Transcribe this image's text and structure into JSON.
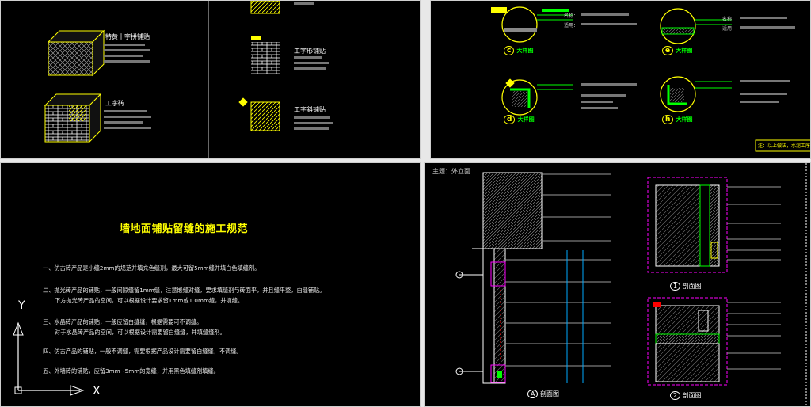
{
  "panel_tl": {
    "label_1": "特黄十字拼铺贴",
    "label_2": "工字砖",
    "label_3": "工字形铺贴",
    "label_4": "工字斜铺贴"
  },
  "panel_tr": {
    "markers": [
      "c",
      "e",
      "d",
      "h"
    ],
    "marker_caption": "大样图",
    "note_label": "名称：",
    "note_label_2": "适用：",
    "footer": "注：以上做法，水泥工序"
  },
  "panel_bl": {
    "title": "墙地面铺贴留缝的施工规范",
    "items": [
      "一、仿古砖产品是小缝2mm的规范并填充色缝剂，最大可留5mm缝并填白色填缝剂。",
      "二、抛光砖产品的铺贴，一般间隙缝留1mm缝，注意嵌缝对缝，要求填缝剂与砖面平，并且缝平整，白缝铺贴。",
      "下方抛光砖产品的空间，可以根据设计要求留1mm或1.0mm缝，并填缝。",
      "三、水晶砖产品的铺贴，一般应留白缝缝，根据需要可不调缝。",
      "对于水晶砖产品的空间，可以根据设计需要留白缝缝，并填缝缝剂。",
      "四、仿古产品的铺贴，一般不调缝，需要根据产品设计需要留白缝缝，不调缝。",
      "五、外墙砖的铺贴，应留3mm~5mm的宽缝，并用黑色填缝剂填缝。"
    ],
    "axis_y": "Y",
    "axis_x": "X"
  },
  "panel_br": {
    "theme": "主题：外立面",
    "section_a": "A",
    "section_a_label": "剖面图",
    "section_1": "1",
    "section_1_label": "剖面图",
    "section_2": "2",
    "section_2_label": "剖面图"
  }
}
